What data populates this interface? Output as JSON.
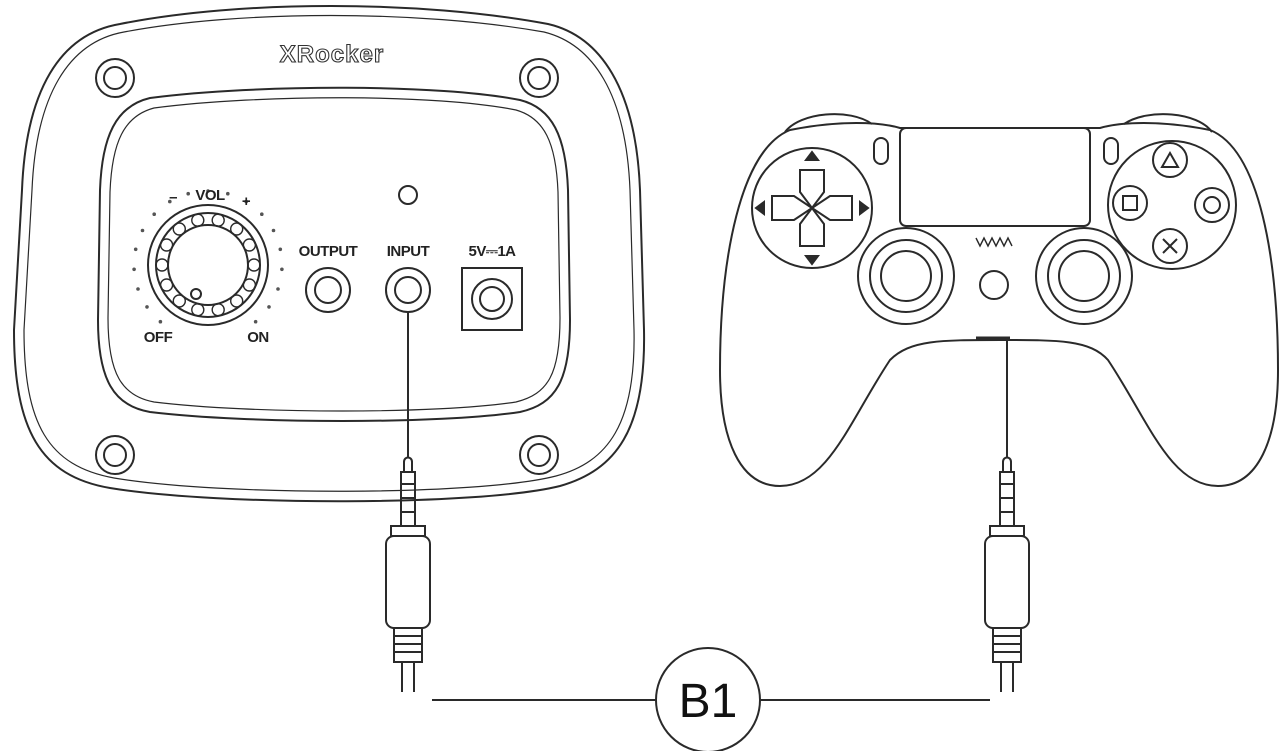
{
  "panel": {
    "brand": "XRocker",
    "labels": {
      "vol": "VOL",
      "minus": "–",
      "plus": "+",
      "off": "OFF",
      "on": "ON",
      "output": "OUTPUT",
      "input": "INPUT",
      "power": "5V⎓1A"
    }
  },
  "controller": {
    "buttons": [
      "triangle",
      "square",
      "circle",
      "cross",
      "dpad-up",
      "dpad-down",
      "dpad-left",
      "dpad-right"
    ]
  },
  "cable": {
    "callout": "B1"
  },
  "colors": {
    "line": "#2a2a2a",
    "background": "#ffffff"
  }
}
